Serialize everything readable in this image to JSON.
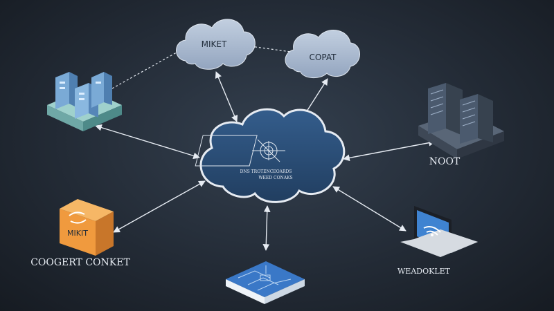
{
  "labels": {
    "cloud_left": "MIKET",
    "cloud_right": "COPAT",
    "server_right": "NOOT",
    "box_left_face": "MIKIT",
    "box_left_caption": "COOGERT   CONKET",
    "laptop_caption": "WEADOKLET",
    "center_line1": "DNS TROTENCEOARDS",
    "center_line2": "WEED CONAKS"
  },
  "colors": {
    "background": "#232b36",
    "cloud_center": "#2c4f78",
    "cloud_light": "#aab9cf",
    "box_orange": "#f09a3e",
    "server_blue": "#5b8fc7",
    "arrow": "#e6ebf2"
  },
  "icons": [
    "data-center-icon",
    "server-rack-icon",
    "package-box-icon",
    "circuit-board-icon",
    "laptop-wifi-icon",
    "cloud-icon"
  ]
}
